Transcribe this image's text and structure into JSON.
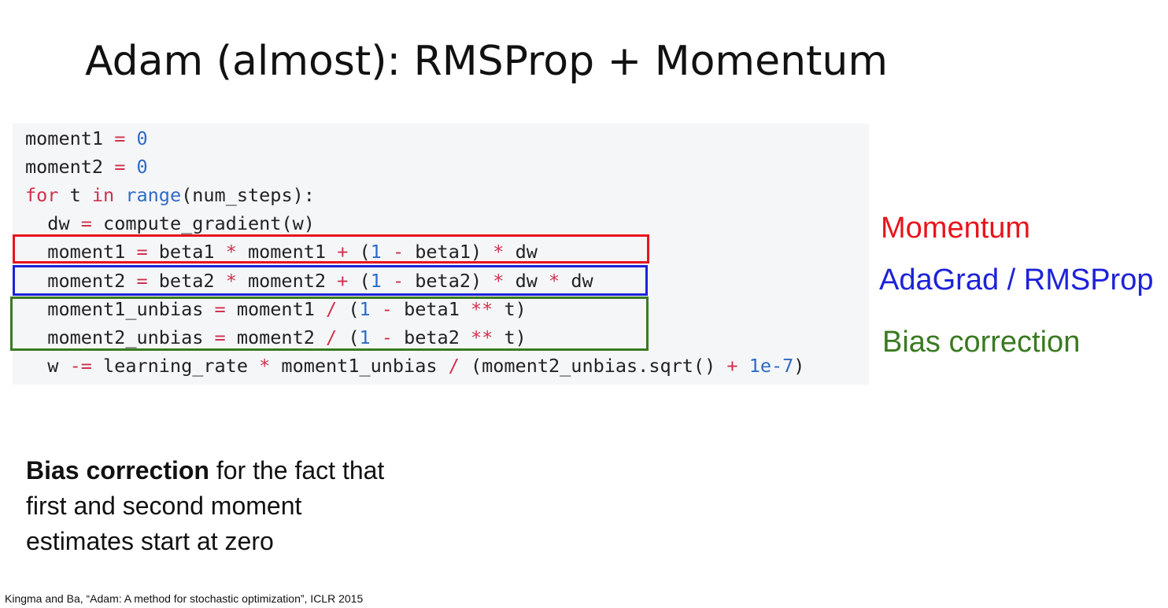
{
  "title": {
    "prefix": "Adam",
    "rest": " (almost): RMSProp + Momentum"
  },
  "code": {
    "lines": [
      [
        [
          "moment1 ",
          ""
        ],
        [
          "=",
          "op"
        ],
        [
          " ",
          ""
        ],
        [
          "0",
          "num"
        ]
      ],
      [
        [
          "moment2 ",
          ""
        ],
        [
          "=",
          "op"
        ],
        [
          " ",
          ""
        ],
        [
          "0",
          "num"
        ]
      ],
      [
        [
          "for",
          "kw"
        ],
        [
          " t ",
          ""
        ],
        [
          "in",
          "kw"
        ],
        [
          " ",
          ""
        ],
        [
          "range",
          "fn"
        ],
        [
          "(num_steps):",
          ""
        ]
      ],
      [
        [
          "  dw ",
          ""
        ],
        [
          "=",
          "op"
        ],
        [
          " compute_gradient(w)",
          ""
        ]
      ],
      [
        [
          "  moment1 ",
          ""
        ],
        [
          "=",
          "op"
        ],
        [
          " beta1 ",
          ""
        ],
        [
          "*",
          "op"
        ],
        [
          " moment1 ",
          ""
        ],
        [
          "+",
          "op"
        ],
        [
          " (",
          ""
        ],
        [
          "1",
          "num"
        ],
        [
          " ",
          ""
        ],
        [
          "-",
          "op"
        ],
        [
          " beta1) ",
          ""
        ],
        [
          "*",
          "op"
        ],
        [
          " dw",
          ""
        ]
      ],
      [
        [
          "  moment2 ",
          ""
        ],
        [
          "=",
          "op"
        ],
        [
          " beta2 ",
          ""
        ],
        [
          "*",
          "op"
        ],
        [
          " moment2 ",
          ""
        ],
        [
          "+",
          "op"
        ],
        [
          " (",
          ""
        ],
        [
          "1",
          "num"
        ],
        [
          " ",
          ""
        ],
        [
          "-",
          "op"
        ],
        [
          " beta2) ",
          ""
        ],
        [
          "*",
          "op"
        ],
        [
          " dw ",
          ""
        ],
        [
          "*",
          "op"
        ],
        [
          " dw",
          ""
        ]
      ],
      [
        [
          "  moment1_unbias ",
          ""
        ],
        [
          "=",
          "op"
        ],
        [
          " moment1 ",
          ""
        ],
        [
          "/",
          "op"
        ],
        [
          " (",
          ""
        ],
        [
          "1",
          "num"
        ],
        [
          " ",
          ""
        ],
        [
          "-",
          "op"
        ],
        [
          " beta1 ",
          ""
        ],
        [
          "**",
          "op"
        ],
        [
          " t)",
          ""
        ]
      ],
      [
        [
          "  moment2_unbias ",
          ""
        ],
        [
          "=",
          "op"
        ],
        [
          " moment2 ",
          ""
        ],
        [
          "/",
          "op"
        ],
        [
          " (",
          ""
        ],
        [
          "1",
          "num"
        ],
        [
          " ",
          ""
        ],
        [
          "-",
          "op"
        ],
        [
          " beta2 ",
          ""
        ],
        [
          "**",
          "op"
        ],
        [
          " t)",
          ""
        ]
      ],
      [
        [
          "  w ",
          ""
        ],
        [
          "-=",
          "op"
        ],
        [
          " learning_rate ",
          ""
        ],
        [
          "*",
          "op"
        ],
        [
          " moment1_unbias ",
          ""
        ],
        [
          "/",
          "op"
        ],
        [
          " (moment2_unbias.sqrt() ",
          ""
        ],
        [
          "+",
          "op"
        ],
        [
          " ",
          ""
        ],
        [
          "1e-7",
          "num"
        ],
        [
          ")",
          ""
        ]
      ]
    ],
    "colors": {
      "op": "#d0314c",
      "kw": "#d0314c",
      "num": "#2e6bc6",
      "fn": "#2e6bc6",
      "text": "#222222",
      "background": "#f5f6f8"
    }
  },
  "annotations": {
    "momentum": {
      "label": "Momentum",
      "color": "#e8141c"
    },
    "adagrad": {
      "label": "AdaGrad / RMSProp",
      "color": "#1d22d8"
    },
    "bias": {
      "label": "Bias correction",
      "color": "#3a7a22"
    }
  },
  "note": {
    "bold": "Bias correction",
    "rest": " for the fact that first and second moment estimates start at zero"
  },
  "citation": "Kingma and Ba, “Adam: A method for stochastic optimization”, ICLR 2015"
}
